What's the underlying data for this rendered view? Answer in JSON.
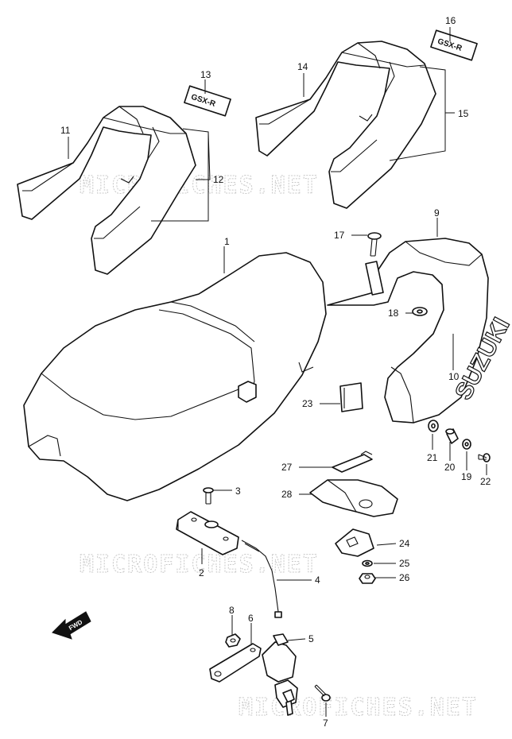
{
  "watermarks": [
    "MICROFICHES.NET",
    "MICROFICHES.NET",
    "MICROFICHES.NET"
  ],
  "brand_text": "SUZUKI",
  "decal_text": "GSX-R",
  "fwd_label": "FWD",
  "callouts": {
    "p1": "1",
    "p2": "2",
    "p3": "3",
    "p4": "4",
    "p5": "5",
    "p6": "6",
    "p7": "7",
    "p8": "8",
    "p9": "9",
    "p10": "10",
    "p11": "11",
    "p12": "12",
    "p13": "13",
    "p14": "14",
    "p15": "15",
    "p16": "16",
    "p17": "17",
    "p18": "18",
    "p19": "19",
    "p20": "20",
    "p21": "21",
    "p22": "22",
    "p23": "23",
    "p24": "24",
    "p25": "25",
    "p26": "26",
    "p27": "27",
    "p28": "28"
  }
}
